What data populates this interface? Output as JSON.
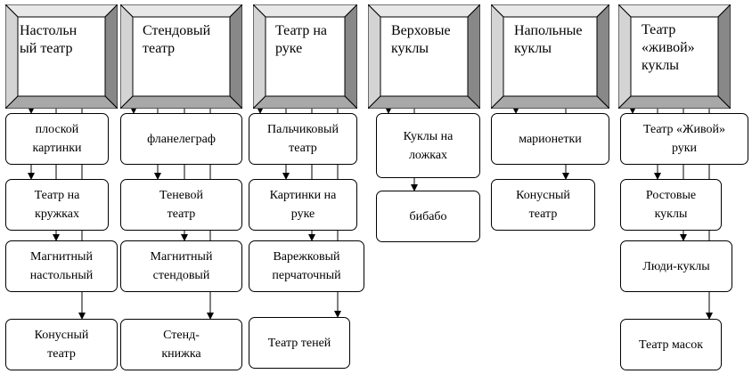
{
  "categories": [
    {
      "id": "tabletop",
      "title": "Настольн\nый театр",
      "items": [
        "плоской\nкартинки",
        "Театр на\nкружках",
        "Магнитный\nнастольный",
        "Конусный\nтеатр"
      ]
    },
    {
      "id": "stand",
      "title": "Стендовый\nтеатр",
      "items": [
        "фланелеграф",
        "Теневой\nтеатр",
        "Магнитный\nстендовый",
        "Стенд-\nкнижка"
      ]
    },
    {
      "id": "hand",
      "title": "Театр на\nруке",
      "items": [
        "Пальчиковый\nтеатр",
        "Картинки на\nруке",
        "Варежковый\nперчаточный",
        "Театр теней"
      ]
    },
    {
      "id": "riding",
      "title": "Верховые\nкуклы",
      "items": [
        "Куклы на\nложках",
        "бибабо"
      ]
    },
    {
      "id": "floor",
      "title": "Напольные\nкуклы",
      "items": [
        "марионетки",
        "Конусный\nтеатр"
      ]
    },
    {
      "id": "living",
      "title": "Театр\n«живой»\nкуклы",
      "items": [
        "Театр «Живой»\nруки",
        "Ростовые\nкуклы",
        "Люди-куклы",
        "Театр масок"
      ]
    }
  ]
}
